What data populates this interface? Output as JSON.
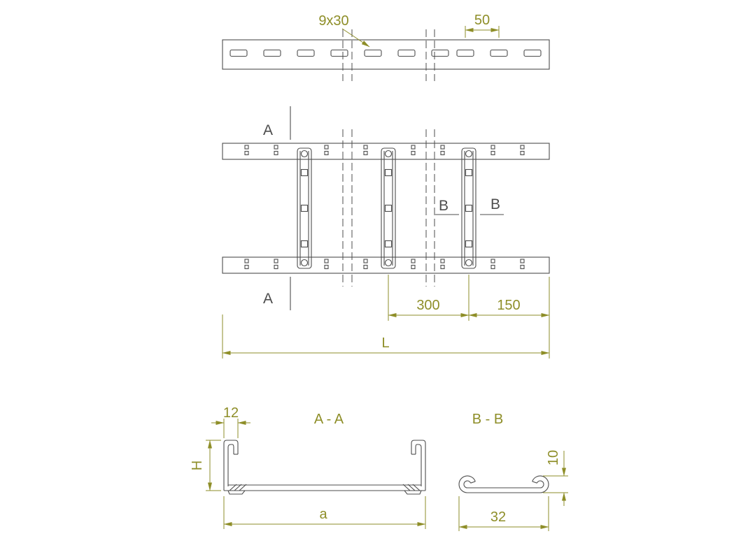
{
  "colors": {
    "line": "#4d4d4d",
    "dimension": "#8e8e28",
    "background": "#ffffff"
  },
  "top_view": {
    "slot_spec": "9x30",
    "slot_pitch": "50"
  },
  "plan_view": {
    "section_label_a_top": "A",
    "section_label_a_bottom": "A",
    "section_label_b_left": "B",
    "section_label_b_right": "B",
    "rung_spacing": "300",
    "end_offset": "150",
    "overall_length": "L"
  },
  "section_aa": {
    "title": "A - A",
    "flange_width": "12",
    "height": "H",
    "width": "a"
  },
  "section_bb": {
    "title": "B - B",
    "height": "10",
    "width": "32"
  }
}
